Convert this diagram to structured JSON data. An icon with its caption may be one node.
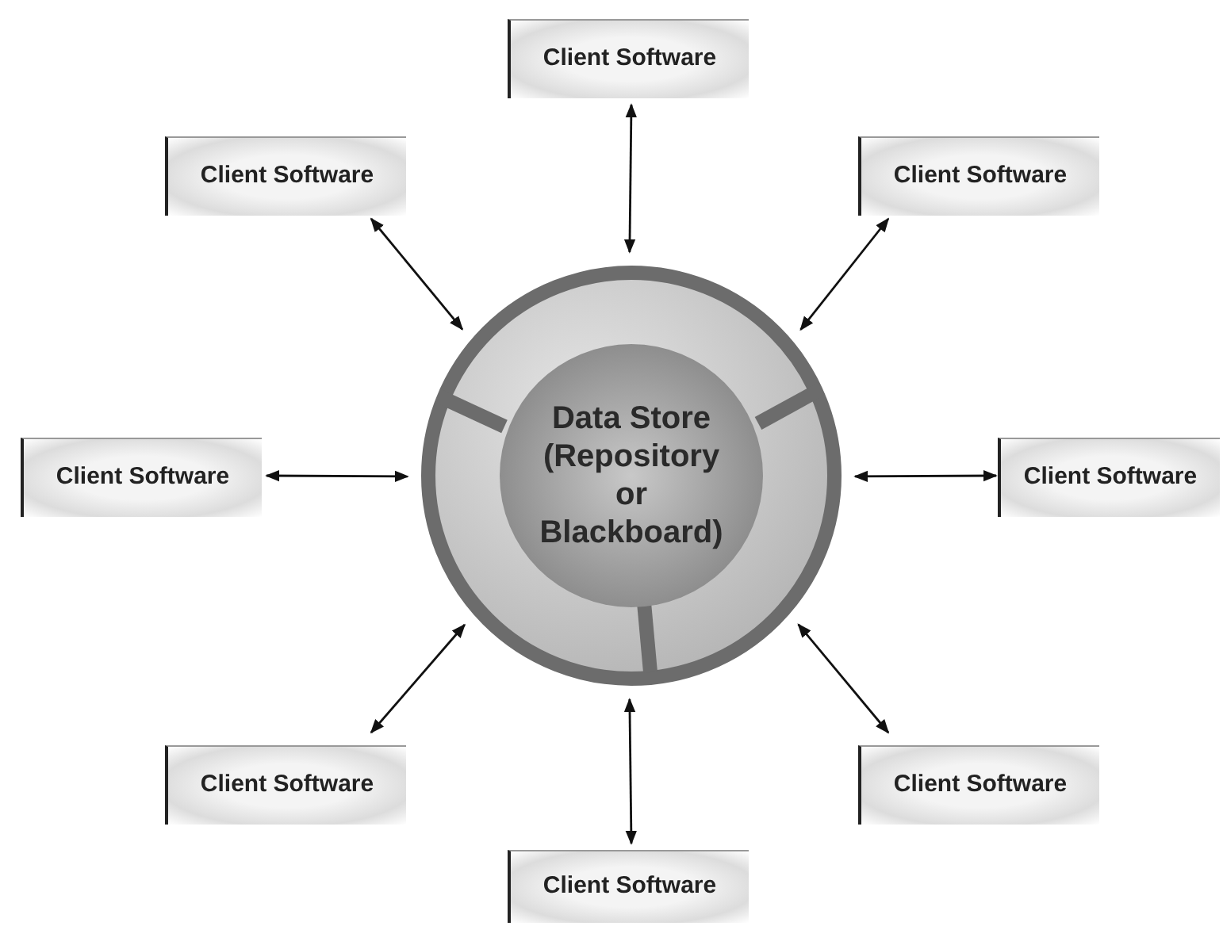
{
  "diagram": {
    "nodes": [
      {
        "text": [
          "Data Store (Repository or Blackboard)"
        ]
      },
      {
        "text": [
          "Client Software"
        ]
      },
      {
        "text": [
          "Client Software"
        ]
      },
      {
        "text": [
          "Client Software"
        ]
      },
      {
        "text": [
          "Client Software"
        ]
      },
      {
        "text": [
          "Client Software"
        ]
      },
      {
        "text": [
          "Client Software"
        ]
      },
      {
        "text": [
          "Client Software"
        ]
      },
      {
        "text": [
          "Client Software"
        ]
      }
    ],
    "edges": [
      {
        "from": 1,
        "to": 0,
        "arrow": "both"
      },
      {
        "from": 2,
        "to": 0,
        "arrow": "both"
      },
      {
        "from": 3,
        "to": 0,
        "arrow": "both"
      },
      {
        "from": 4,
        "to": 0,
        "arrow": "both"
      },
      {
        "from": 5,
        "to": 0,
        "arrow": "both"
      },
      {
        "from": 6,
        "to": 0,
        "arrow": "both"
      },
      {
        "from": 7,
        "to": 0,
        "arrow": "both"
      },
      {
        "from": 8,
        "to": 0,
        "arrow": "both"
      }
    ]
  }
}
